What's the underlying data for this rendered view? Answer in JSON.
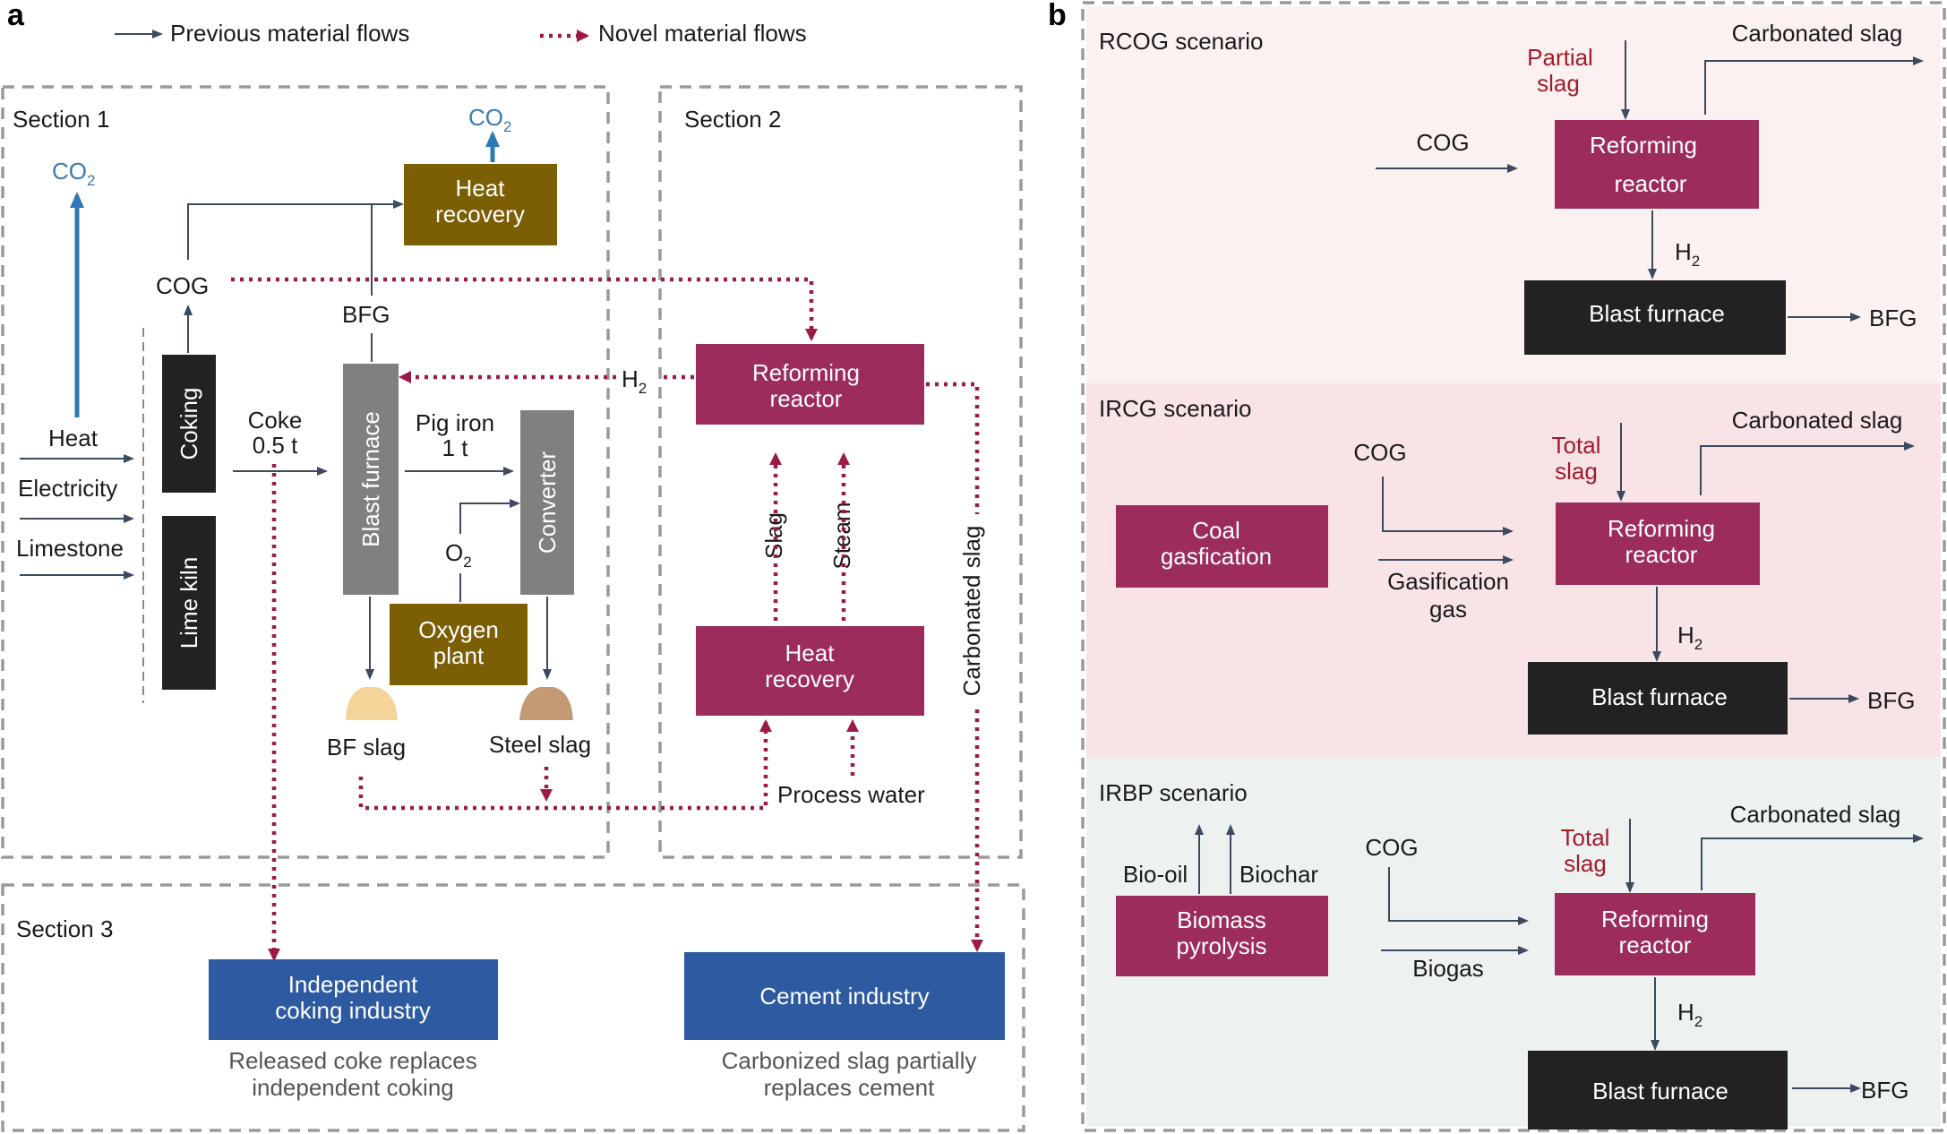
{
  "panels": {
    "a": "a",
    "b": "b"
  },
  "legend": {
    "previous": "Previous material flows",
    "novel": "Novel material flows"
  },
  "colors": {
    "previous_flow": "#3b4a5e",
    "novel_flow": "#9b1b46",
    "co2": "#2f78b4",
    "reactor": "#9b2c5c",
    "heat_recovery_olive": "#7c5e05",
    "industry_blue": "#2d5aa0",
    "unit_gray": "#808080",
    "unit_black": "#222222",
    "bf_slag": "#f5d49a",
    "steel_slag": "#c49a75",
    "rcog_bg": "#fcf1f1",
    "ircg_bg": "#f8e3e6",
    "irbp_bg": "#edf2f1"
  },
  "a": {
    "section1": "Section 1",
    "section2": "Section 2",
    "section3": "Section 3",
    "co2_main": "CO",
    "co2_heat": "CO",
    "co2_sub": "2",
    "heat_recovery_olive": [
      "Heat",
      "recovery"
    ],
    "cog": "COG",
    "bfg": "BFG",
    "inputs": [
      "Heat",
      "Electricity",
      "Limestone"
    ],
    "coking": "Coking",
    "lime_kiln": "Lime kiln",
    "coke": [
      "Coke",
      "0.5 t"
    ],
    "blast_furnace": "Blast furnace",
    "pig_iron": [
      "Pig iron",
      "1 t"
    ],
    "converter": "Converter",
    "o2": "O",
    "o2_sub": "2",
    "oxygen_plant": [
      "Oxygen",
      "plant"
    ],
    "bf_slag": "BF slag",
    "steel_slag": "Steel slag",
    "h2": "H",
    "h2_sub": "2",
    "reforming_reactor": [
      "Reforming",
      "reactor"
    ],
    "slag": "Slag",
    "steam": "Steam",
    "carbonated_slag": "Carbonated slag",
    "heat_recovery_red": [
      "Heat",
      "recovery"
    ],
    "process_water": "Process water",
    "independent_coking": [
      "Independent",
      "coking industry"
    ],
    "cement_industry": "Cement industry",
    "coking_note": [
      "Released coke replaces",
      "independent coking"
    ],
    "cement_note": [
      "Carbonized slag partially",
      "replaces cement"
    ]
  },
  "b": {
    "rcog": {
      "title": "RCOG scenario",
      "slag": [
        "Partial",
        "slag"
      ],
      "cog": "COG",
      "reactor": [
        "Reforming",
        "reactor"
      ],
      "carbonated": "Carbonated slag",
      "h2": "H",
      "h2_sub": "2",
      "bf": "Blast furnace",
      "bfg": "BFG"
    },
    "ircg": {
      "title": "IRCG scenario",
      "slag": [
        "Total",
        "slag"
      ],
      "cog": "COG",
      "coal": [
        "Coal",
        "gasfication"
      ],
      "gas": [
        "Gasification",
        "gas"
      ],
      "reactor": [
        "Reforming",
        "reactor"
      ],
      "carbonated": "Carbonated slag",
      "h2": "H",
      "h2_sub": "2",
      "bf": "Blast furnace",
      "bfg": "BFG"
    },
    "irbp": {
      "title": "IRBP scenario",
      "slag": [
        "Total",
        "slag"
      ],
      "cog": "COG",
      "bio_oil": "Bio-oil",
      "biochar": "Biochar",
      "pyrolysis": [
        "Biomass",
        "pyrolysis"
      ],
      "biogas": "Biogas",
      "reactor": [
        "Reforming",
        "reactor"
      ],
      "carbonated": "Carbonated slag",
      "h2": "H",
      "h2_sub": "2",
      "bf": "Blast furnace",
      "bfg": "BFG"
    }
  }
}
